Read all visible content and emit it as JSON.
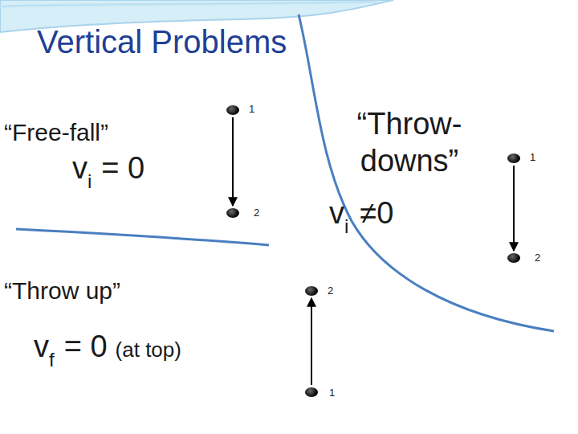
{
  "diagram": {
    "title": "Vertical Problems",
    "nodes": [
      {
        "text": [
          "1"
        ]
      },
      {
        "text": [
          "2"
        ]
      },
      {
        "text": [
          "1"
        ]
      },
      {
        "text": [
          "2"
        ]
      },
      {
        "text": [
          "2"
        ]
      },
      {
        "text": [
          "1"
        ]
      }
    ],
    "edges": [
      {
        "from": 0,
        "to": 1,
        "arrow": "to"
      },
      {
        "from": 2,
        "to": 3,
        "arrow": "to"
      },
      {
        "from": 5,
        "to": 4,
        "arrow": "to"
      }
    ],
    "labels": [
      "“Free-fall”",
      "v",
      "i",
      "= 0",
      "“Throw-downs”",
      "v",
      "i",
      "≠0",
      "“Throw up”",
      "v",
      "f",
      "= 0",
      "(at top)"
    ]
  }
}
